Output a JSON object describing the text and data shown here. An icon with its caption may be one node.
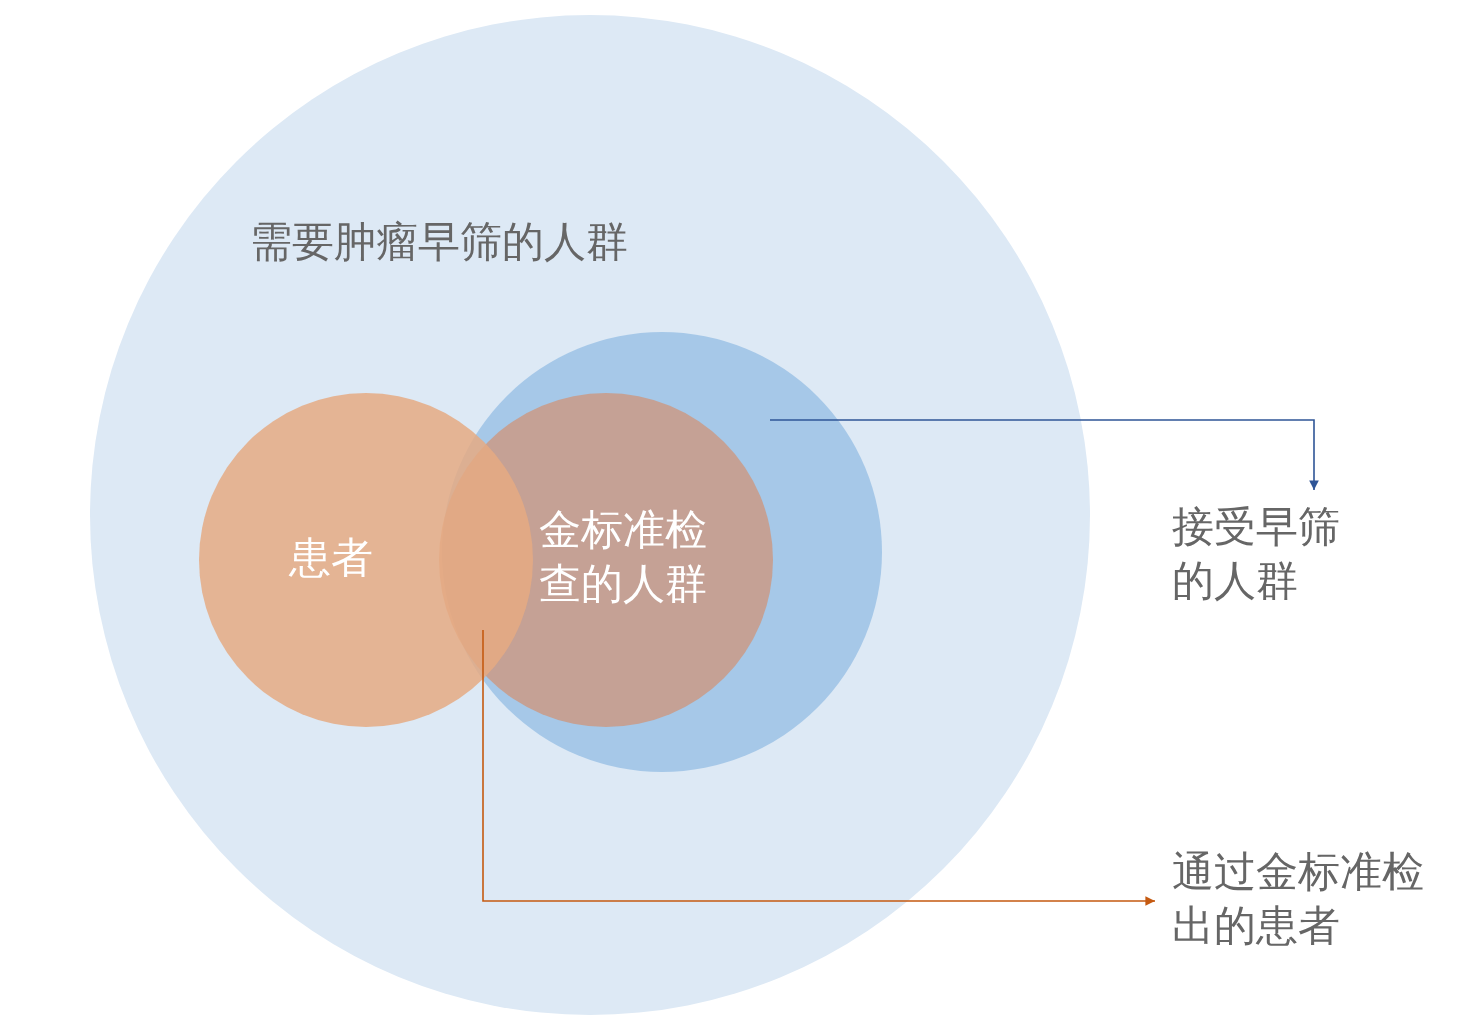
{
  "diagram": {
    "nodes": [
      {
        "text": [
          "需要肿瘤早筛的人群"
        ]
      },
      {
        "text": [],
        "shape": "circle",
        "in": 0
      },
      {
        "text": [
          "患者"
        ],
        "in": 0
      },
      {
        "text": [
          "金标准检查的人群"
        ],
        "in": 1
      },
      {
        "text": [
          "接受早筛的人群"
        ]
      },
      {
        "text": [
          "通过金标准检出的患者"
        ]
      }
    ],
    "edges": [
      {
        "from": 1,
        "to": 4,
        "arrow": "to",
        "color": "#2f5597"
      },
      {
        "from": 2,
        "to": 5,
        "arrow": "to",
        "color": "#c55a11"
      }
    ]
  }
}
